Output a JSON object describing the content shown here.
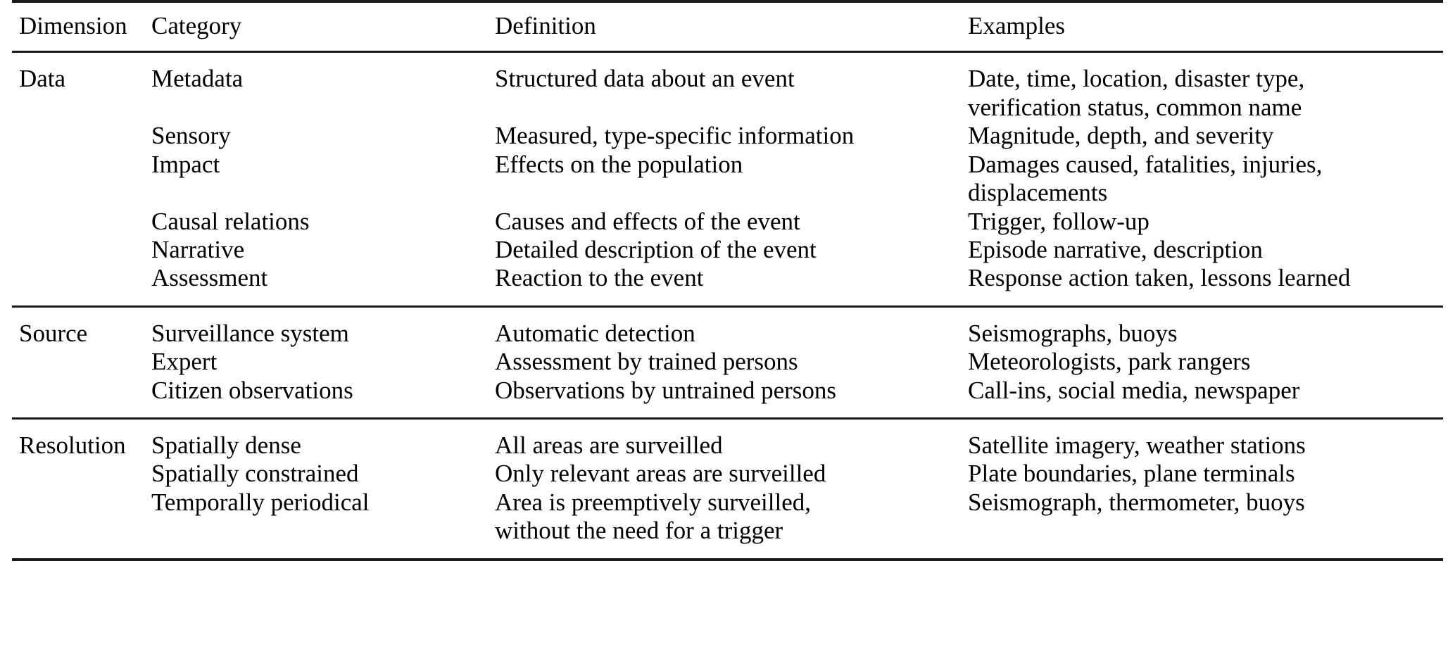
{
  "table": {
    "columns": [
      "Dimension",
      "Category",
      "Definition",
      "Examples"
    ],
    "groups": [
      {
        "dimension": "Data",
        "rows": [
          {
            "category": "Metadata",
            "definition": "Structured data about an event",
            "examples": "Date, time, location, disaster type,\nverification status, common name"
          },
          {
            "category": "Sensory",
            "definition": "Measured, type-specific information",
            "examples": "Magnitude, depth, and severity"
          },
          {
            "category": "Impact",
            "definition": "Effects on the population",
            "examples": "Damages caused, fatalities, injuries,\ndisplacements"
          },
          {
            "category": "Causal relations",
            "definition": "Causes and effects of the event",
            "examples": "Trigger, follow-up"
          },
          {
            "category": "Narrative",
            "definition": "Detailed description of the event",
            "examples": "Episode narrative, description"
          },
          {
            "category": "Assessment",
            "definition": "Reaction to the event",
            "examples": "Response action taken, lessons learned"
          }
        ]
      },
      {
        "dimension": "Source",
        "rows": [
          {
            "category": "Surveillance system",
            "definition": "Automatic detection",
            "examples": "Seismographs, buoys"
          },
          {
            "category": "Expert",
            "definition": "Assessment by trained persons",
            "examples": "Meteorologists, park rangers"
          },
          {
            "category": "Citizen observations",
            "definition": "Observations by untrained persons",
            "examples": "Call-ins, social media, newspaper"
          }
        ]
      },
      {
        "dimension": "Resolution",
        "rows": [
          {
            "category": "Spatially dense",
            "definition": "All areas are surveilled",
            "examples": "Satellite imagery, weather stations"
          },
          {
            "category": "Spatially constrained",
            "definition": "Only relevant areas are surveilled",
            "examples": "Plate boundaries, plane terminals"
          },
          {
            "category": "Temporally periodical",
            "definition": "Area is preemptively surveilled,\nwithout the need for a trigger",
            "examples": "Seismograph, thermometer, buoys"
          }
        ]
      }
    ]
  },
  "style": {
    "rule_color": "#1a1a1a",
    "text_color": "#000000",
    "background": "#ffffff"
  }
}
